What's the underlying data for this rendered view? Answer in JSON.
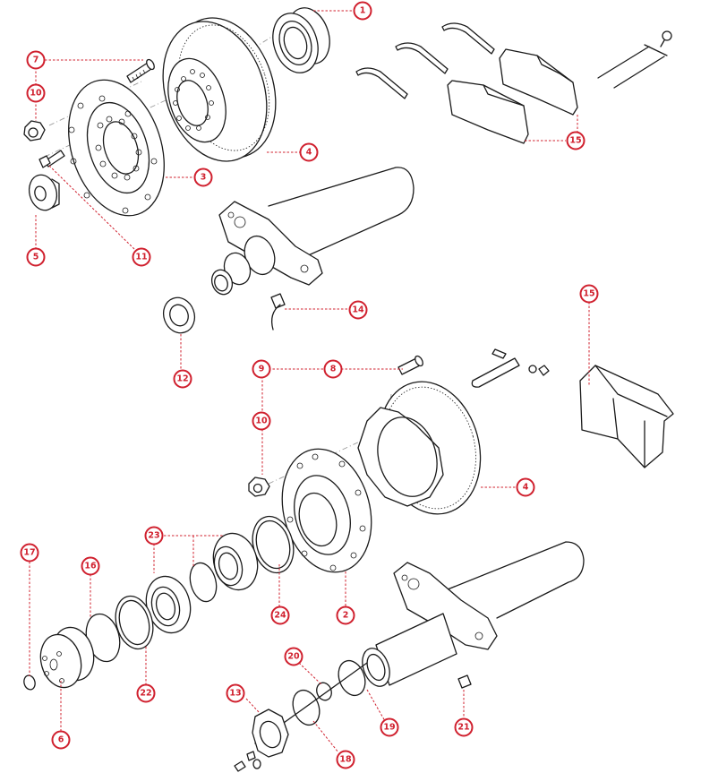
{
  "diagram": {
    "title": "Exploded view: disc brake hub and axle assembly",
    "accent_color": "#d0202e",
    "line_color": "#1a1a1a",
    "callouts": [
      {
        "id": "c1",
        "label": "1"
      },
      {
        "id": "c7",
        "label": "7"
      },
      {
        "id": "c10a",
        "label": "10"
      },
      {
        "id": "c4a",
        "label": "4"
      },
      {
        "id": "c3",
        "label": "3"
      },
      {
        "id": "c15a",
        "label": "15"
      },
      {
        "id": "c5",
        "label": "5"
      },
      {
        "id": "c11",
        "label": "11"
      },
      {
        "id": "c14",
        "label": "14"
      },
      {
        "id": "c12",
        "label": "12"
      },
      {
        "id": "c15b",
        "label": "15"
      },
      {
        "id": "c9",
        "label": "9"
      },
      {
        "id": "c8",
        "label": "8"
      },
      {
        "id": "c10b",
        "label": "10"
      },
      {
        "id": "c4b",
        "label": "4"
      },
      {
        "id": "c23",
        "label": "23"
      },
      {
        "id": "c17",
        "label": "17"
      },
      {
        "id": "c16",
        "label": "16"
      },
      {
        "id": "c24",
        "label": "24"
      },
      {
        "id": "c2",
        "label": "2"
      },
      {
        "id": "c22",
        "label": "22"
      },
      {
        "id": "c20",
        "label": "20"
      },
      {
        "id": "c13",
        "label": "13"
      },
      {
        "id": "c19",
        "label": "19"
      },
      {
        "id": "c21",
        "label": "21"
      },
      {
        "id": "c6",
        "label": "6"
      },
      {
        "id": "c18",
        "label": "18"
      }
    ]
  }
}
